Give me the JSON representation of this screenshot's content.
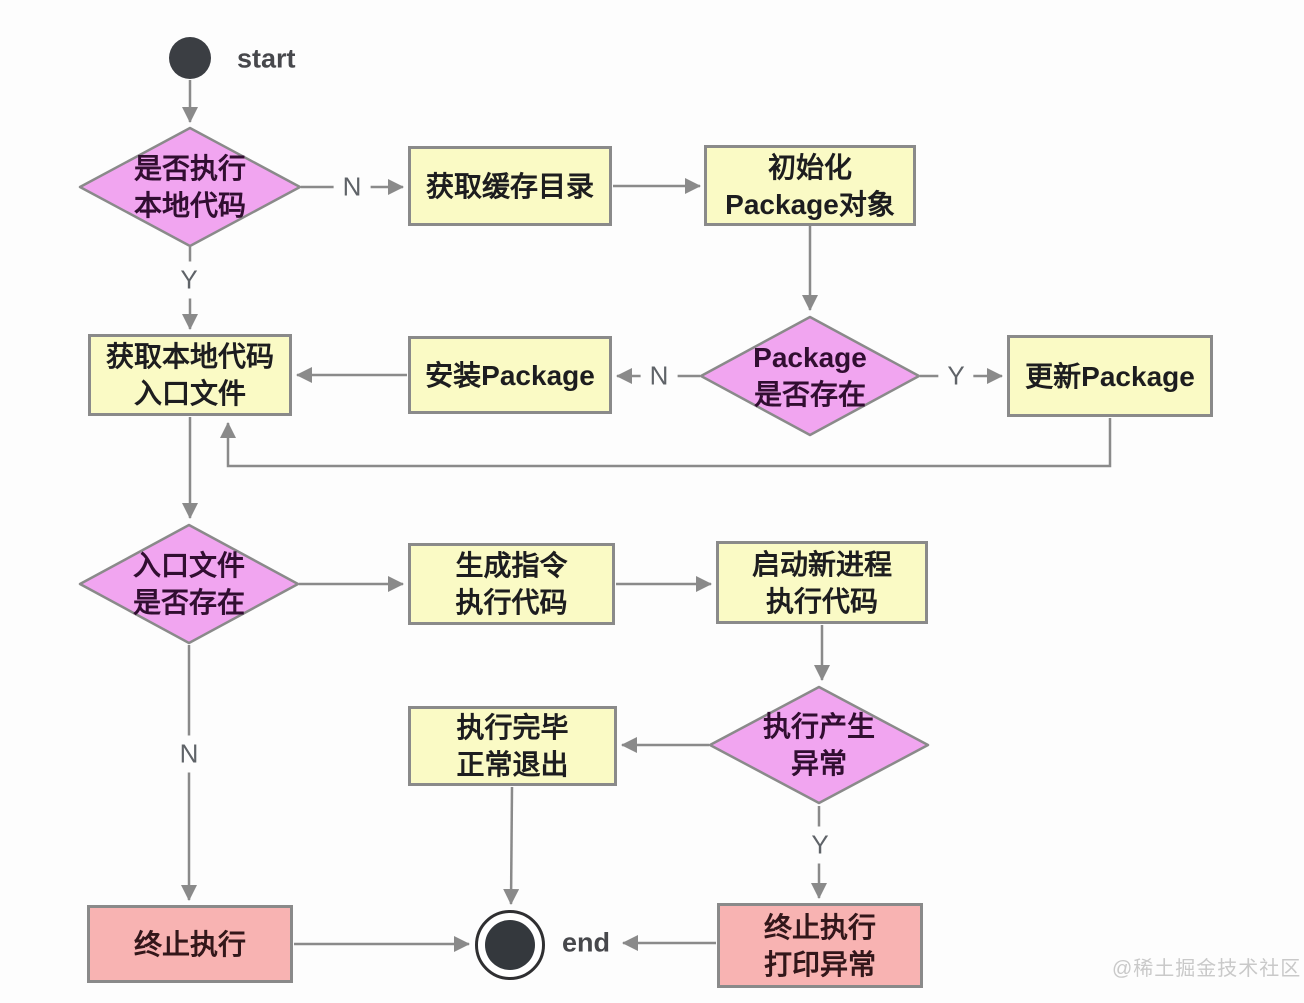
{
  "colors": {
    "background": "#fdfdfd",
    "process_fill": "#fafac5",
    "decision_fill": "#f1a5f0",
    "terminate_fill": "#f8b3b2",
    "border": "#8a8a8a",
    "arrow": "#8a8a8a",
    "node_text": "#1d1d1f",
    "decision_text": "#310e31",
    "edge_label_text": "#5f6368",
    "terminal_fill": "#3b3e43",
    "watermark_text": "#c9c9c9"
  },
  "terminals": {
    "start": "start",
    "end": "end"
  },
  "nodes": {
    "run_local": {
      "line1": "是否执行",
      "line2": "本地代码"
    },
    "get_cache_dir": {
      "line1": "获取缓存目录"
    },
    "init_package": {
      "line1": "初始化",
      "line2": "Package对象"
    },
    "get_entry_file": {
      "line1": "获取本地代码",
      "line2": "入口文件"
    },
    "install_package": {
      "line1": "安装Package"
    },
    "package_exists": {
      "line1": "Package",
      "line2": "是否存在"
    },
    "update_package": {
      "line1": "更新Package"
    },
    "entry_file_exists": {
      "line1": "入口文件",
      "line2": "是否存在"
    },
    "generate_command": {
      "line1": "生成指令",
      "line2": "执行代码"
    },
    "start_new_process": {
      "line1": "启动新进程",
      "line2": "执行代码"
    },
    "normal_exit": {
      "line1": "执行完毕",
      "line2": "正常退出"
    },
    "execution_exception": {
      "line1": "执行产生",
      "line2": "异常"
    },
    "terminate_execution": {
      "line1": "终止执行"
    },
    "terminate_print_exception": {
      "line1": "终止执行",
      "line2": "打印异常"
    }
  },
  "edge_labels": {
    "d1_no": "N",
    "d1_yes": "Y",
    "d2_no": "N",
    "d2_yes": "Y",
    "d3_no": "N",
    "d4_yes": "Y"
  },
  "watermark": "@稀土掘金技术社区"
}
